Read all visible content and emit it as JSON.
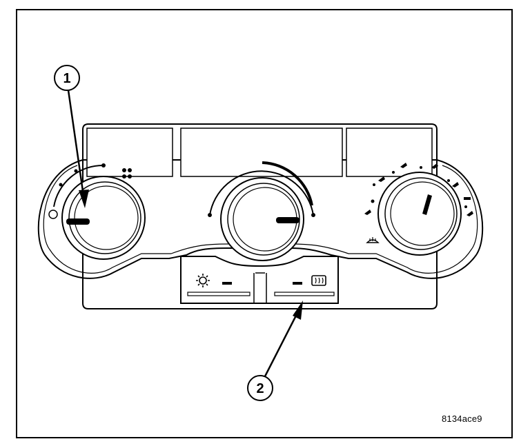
{
  "callouts": [
    {
      "id": "1",
      "label": "1"
    },
    {
      "id": "2",
      "label": "2"
    }
  ],
  "figure_id": "8134ace9",
  "icons": {
    "left_knob_scale": "fan-speed-icon",
    "center_knob_scale": "temperature-scale",
    "right_knob_scale": "airflow-mode-icons",
    "left_button": "air-conditioning-icon",
    "right_button": "rear-defrost-icon"
  },
  "colors": {
    "line": "#000000",
    "panel_fill": "#ffffff"
  }
}
